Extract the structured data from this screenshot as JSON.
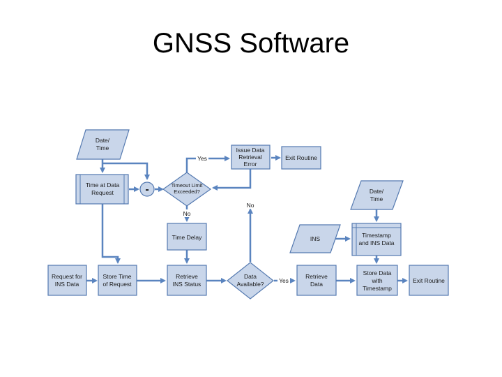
{
  "slide": {
    "title": "GNSS Software"
  },
  "nodes": {
    "date_time_1": [
      "Date/",
      "Time"
    ],
    "time_at_data_request": [
      "Time at Data",
      "Request"
    ],
    "subtract": "-",
    "timeout_limit": [
      "Timeout Limit",
      "Exceeded?"
    ],
    "issue_error": [
      "Issue Data",
      "Retrieval",
      "Error"
    ],
    "exit_routine_1": [
      "Exit Routine"
    ],
    "time_delay": [
      "Time Delay"
    ],
    "date_time_2": [
      "Date/",
      "Time"
    ],
    "ins": [
      "INS"
    ],
    "timestamp_ins": [
      "Timestamp",
      "and INS Data"
    ],
    "request_ins": [
      "Request for",
      "INS Data"
    ],
    "store_time": [
      "Store Time",
      "of Request"
    ],
    "retrieve_ins_status": [
      "Retrieve",
      "INS Status"
    ],
    "data_available": [
      "Data",
      "Available?"
    ],
    "retrieve_data": [
      "Retrieve",
      "Data"
    ],
    "store_data": [
      "Store Data",
      "with",
      "Timestamp"
    ],
    "exit_routine_2": [
      "Exit Routine"
    ]
  },
  "edge_labels": {
    "yes_timeout": "Yes",
    "no_timeout": "No",
    "no_available": "No",
    "yes_available": "Yes"
  }
}
